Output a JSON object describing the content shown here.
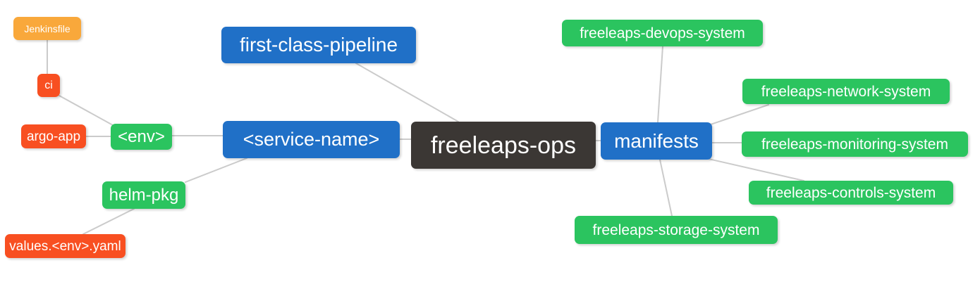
{
  "diagram": {
    "type": "mindmap",
    "root": "freeleaps_ops"
  },
  "palette": {
    "root_node": "#3B3734",
    "primary_branch": "#2070C7",
    "secondary_branch": "#2BC45F",
    "leaf_red": "#F84F21",
    "leaf_orange": "#F9A83B",
    "connector": "#CBCBCB",
    "node_text": "#FFFFFF",
    "background": "#FFFFFF"
  },
  "nodes": {
    "freeleaps_ops": {
      "label": "freeleaps-ops"
    },
    "first_class_pipeline": {
      "label": "first-class-pipeline"
    },
    "service_name": {
      "label": "<service-name>"
    },
    "env": {
      "label": "<env>"
    },
    "ci": {
      "label": "ci"
    },
    "jenkinsfile": {
      "label": "Jenkinsfile"
    },
    "argo_app": {
      "label": "argo-app"
    },
    "helm_pkg": {
      "label": "helm-pkg"
    },
    "values_env_yaml": {
      "label": "values.<env>.yaml"
    },
    "manifests": {
      "label": "manifests"
    },
    "devops_system": {
      "label": "freeleaps-devops-system"
    },
    "network_system": {
      "label": "freeleaps-network-system"
    },
    "monitoring_system": {
      "label": "freeleaps-monitoring-system"
    },
    "controls_system": {
      "label": "freeleaps-controls-system"
    },
    "storage_system": {
      "label": "freeleaps-storage-system"
    }
  },
  "edges": [
    {
      "from": "jenkinsfile",
      "to": "ci"
    },
    {
      "from": "ci",
      "to": "env"
    },
    {
      "from": "argo_app",
      "to": "env"
    },
    {
      "from": "env",
      "to": "service_name"
    },
    {
      "from": "helm_pkg",
      "to": "service_name"
    },
    {
      "from": "values_env_yaml",
      "to": "helm_pkg"
    },
    {
      "from": "first_class_pipeline",
      "to": "freeleaps_ops"
    },
    {
      "from": "service_name",
      "to": "freeleaps_ops"
    },
    {
      "from": "manifests",
      "to": "freeleaps_ops"
    },
    {
      "from": "devops_system",
      "to": "manifests"
    },
    {
      "from": "network_system",
      "to": "manifests"
    },
    {
      "from": "monitoring_system",
      "to": "manifests"
    },
    {
      "from": "controls_system",
      "to": "manifests"
    },
    {
      "from": "storage_system",
      "to": "manifests"
    }
  ]
}
